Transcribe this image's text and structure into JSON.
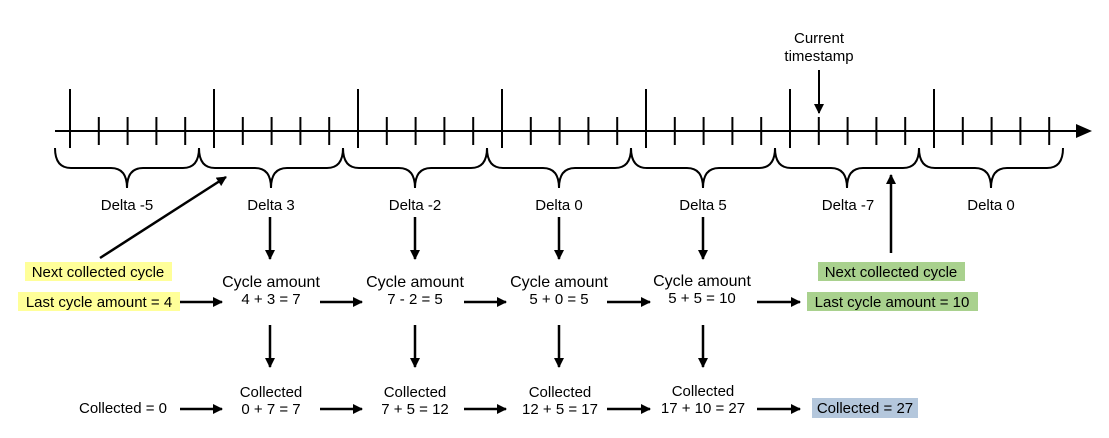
{
  "current_timestamp": {
    "line1": "Current",
    "line2": "timestamp"
  },
  "deltas": [
    "Delta -5",
    "Delta 3",
    "Delta -2",
    "Delta 0",
    "Delta 5",
    "Delta -7",
    "Delta 0"
  ],
  "left_start": {
    "next_cycle": "Next collected cycle",
    "last_cycle_amount": "Last cycle amount = 4",
    "collected": "Collected = 0",
    "highlight_color": "#ffff99"
  },
  "cycles": [
    {
      "title": "Cycle amount",
      "formula": "4 + 3 = 7",
      "collected_title": "Collected",
      "collected_formula": "0 + 7 = 7"
    },
    {
      "title": "Cycle amount",
      "formula": "7 - 2 = 5",
      "collected_title": "Collected",
      "collected_formula": "7 + 5 = 12"
    },
    {
      "title": "Cycle amount",
      "formula": "5 + 0 = 5",
      "collected_title": "Collected",
      "collected_formula": "12 + 5 = 17"
    },
    {
      "title": "Cycle amount",
      "formula": "5 + 5 = 10",
      "collected_title": "Collected",
      "collected_formula": "17 + 10 = 27"
    }
  ],
  "right_end": {
    "next_cycle": "Next collected cycle",
    "last_cycle_amount": "Last cycle amount = 10",
    "highlight_color": "#a9d18e",
    "collected": "Collected = 27",
    "collected_color": "#b4c7dc"
  }
}
